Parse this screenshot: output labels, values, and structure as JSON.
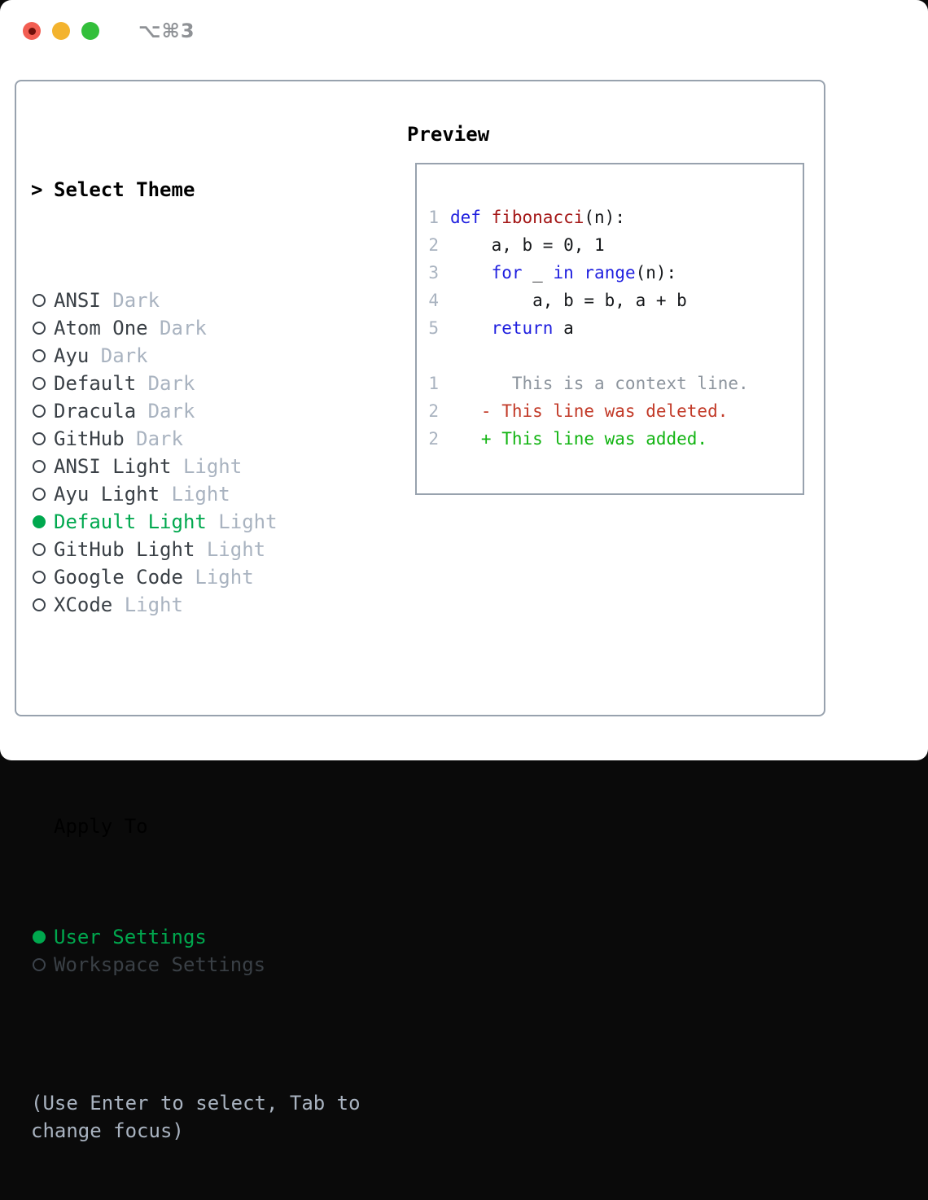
{
  "window": {
    "title": "⌥⌘3"
  },
  "colors": {
    "accent_green": "#00a84e",
    "diff_add_green": "#12b412",
    "diff_del_red": "#c23a28",
    "keyword_blue": "#1f1fdf",
    "function_red": "#a31515",
    "muted_gray": "#a9b3c0",
    "border_gray": "#98a2ae"
  },
  "theme_picker": {
    "prompt": ">",
    "title": "Select Theme",
    "items": [
      {
        "name": "ANSI",
        "variant": "Dark",
        "selected": false
      },
      {
        "name": "Atom One",
        "variant": "Dark",
        "selected": false
      },
      {
        "name": "Ayu",
        "variant": "Dark",
        "selected": false
      },
      {
        "name": "Default",
        "variant": "Dark",
        "selected": false
      },
      {
        "name": "Dracula",
        "variant": "Dark",
        "selected": false
      },
      {
        "name": "GitHub",
        "variant": "Dark",
        "selected": false
      },
      {
        "name": "ANSI Light",
        "variant": "Light",
        "selected": false
      },
      {
        "name": "Ayu Light",
        "variant": "Light",
        "selected": false
      },
      {
        "name": "Default Light",
        "variant": "Light",
        "selected": true
      },
      {
        "name": "GitHub Light",
        "variant": "Light",
        "selected": false
      },
      {
        "name": "Google Code",
        "variant": "Light",
        "selected": false
      },
      {
        "name": "XCode",
        "variant": "Light",
        "selected": false
      }
    ]
  },
  "apply_to": {
    "title": "Apply To",
    "options": [
      {
        "name": "User Settings",
        "selected": true
      },
      {
        "name": "Workspace Settings",
        "selected": false
      }
    ]
  },
  "hint": "(Use Enter to select, Tab to change focus)",
  "preview": {
    "title": "Preview",
    "lines": [
      {
        "num": "1",
        "segments": [
          {
            "text": "def",
            "cls": "kw"
          },
          {
            "text": " ",
            "cls": "pl"
          },
          {
            "text": "fibonacci",
            "cls": "fn"
          },
          {
            "text": "(n):",
            "cls": "pl"
          }
        ]
      },
      {
        "num": "2",
        "segments": [
          {
            "text": "    a, b = 0, 1",
            "cls": "pl"
          }
        ]
      },
      {
        "num": "3",
        "segments": [
          {
            "text": "    ",
            "cls": "pl"
          },
          {
            "text": "for",
            "cls": "kw"
          },
          {
            "text": " _ ",
            "cls": "pl"
          },
          {
            "text": "in",
            "cls": "kw"
          },
          {
            "text": " ",
            "cls": "pl"
          },
          {
            "text": "range",
            "cls": "kw"
          },
          {
            "text": "(n):",
            "cls": "pl"
          }
        ]
      },
      {
        "num": "4",
        "segments": [
          {
            "text": "        a, b = b, a + b",
            "cls": "pl"
          }
        ]
      },
      {
        "num": "5",
        "segments": [
          {
            "text": "    ",
            "cls": "pl"
          },
          {
            "text": "return",
            "cls": "kw"
          },
          {
            "text": " a",
            "cls": "pl"
          }
        ]
      },
      {
        "num": "",
        "segments": []
      },
      {
        "num": "1",
        "segments": [
          {
            "text": "      This is a context line.",
            "cls": "ctx"
          }
        ]
      },
      {
        "num": "2",
        "segments": [
          {
            "text": "   - This line was deleted.",
            "cls": "del"
          }
        ]
      },
      {
        "num": "2",
        "segments": [
          {
            "text": "   + This line was added.",
            "cls": "add"
          }
        ]
      }
    ]
  }
}
